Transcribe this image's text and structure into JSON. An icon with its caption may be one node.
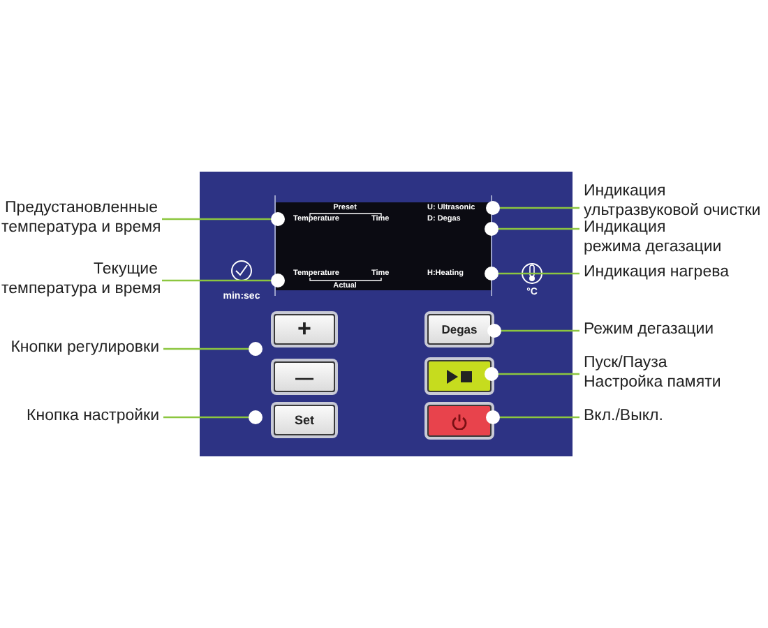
{
  "diagram": {
    "nodes": [
      {
        "text": [
          "Индикация ультразвуковой очистки"
        ]
      },
      {
        "text": [
          "Предустановленные температура и время"
        ]
      },
      {
        "text": [
          "Индикация режима дегазации"
        ]
      },
      {
        "text": [
          "Индикация нагрева"
        ]
      },
      {
        "text": [
          "Текущие температура и время"
        ]
      },
      {
        "text": [
          "Режим дегазации"
        ]
      },
      {
        "text": [
          "Кнопки регулировки"
        ]
      },
      {
        "text": [
          "Пуск/Пауза Настройка памяти"
        ]
      },
      {
        "text": [
          "Кнопка настройки"
        ]
      },
      {
        "text": [
          "Вкл./Выкл."
        ]
      },
      {
        "text": [
          "+"
        ]
      },
      {
        "text": [
          "Degas"
        ]
      },
      {
        "text": [],
        "shape": "box"
      },
      {
        "text": [
          "—"
        ]
      },
      {
        "text": [
          "Set"
        ]
      },
      {
        "text": [],
        "shape": "box"
      },
      {
        "text": [],
        "shape": "circle"
      },
      {
        "text": [],
        "shape": "circle"
      },
      {
        "text": [],
        "shape": "circle"
      },
      {
        "text": [],
        "shape": "circle"
      },
      {
        "text": [],
        "shape": "circle"
      },
      {
        "text": [],
        "shape": "circle"
      },
      {
        "text": [],
        "shape": "circle"
      },
      {
        "text": [],
        "shape": "circle"
      },
      {
        "text": [],
        "shape": "circle"
      },
      {
        "text": [],
        "shape": "circle"
      }
    ],
    "edges": [
      {
        "from": 0,
        "to": 16,
        "arrow": "none"
      },
      {
        "from": 1,
        "to": 17,
        "arrow": "none"
      },
      {
        "from": 2,
        "to": 18,
        "arrow": "none"
      },
      {
        "from": 3,
        "to": 19,
        "arrow": "none"
      },
      {
        "from": 4,
        "to": 20,
        "arrow": "none"
      },
      {
        "from": 5,
        "to": 21,
        "arrow": "none"
      },
      {
        "from": 6,
        "to": 22,
        "arrow": "none"
      },
      {
        "from": 7,
        "to": 23,
        "arrow": "none"
      },
      {
        "from": 8,
        "to": 24,
        "arrow": "none"
      },
      {
        "from": 9,
        "to": 25,
        "arrow": "none"
      }
    ],
    "labels": [
      "Preset",
      "U: Ultrasonic",
      "Temperature",
      "Time",
      "D: Degas",
      "Temperature",
      "Time",
      "H:Heating",
      "Actual",
      "min:sec",
      "°C"
    ]
  }
}
